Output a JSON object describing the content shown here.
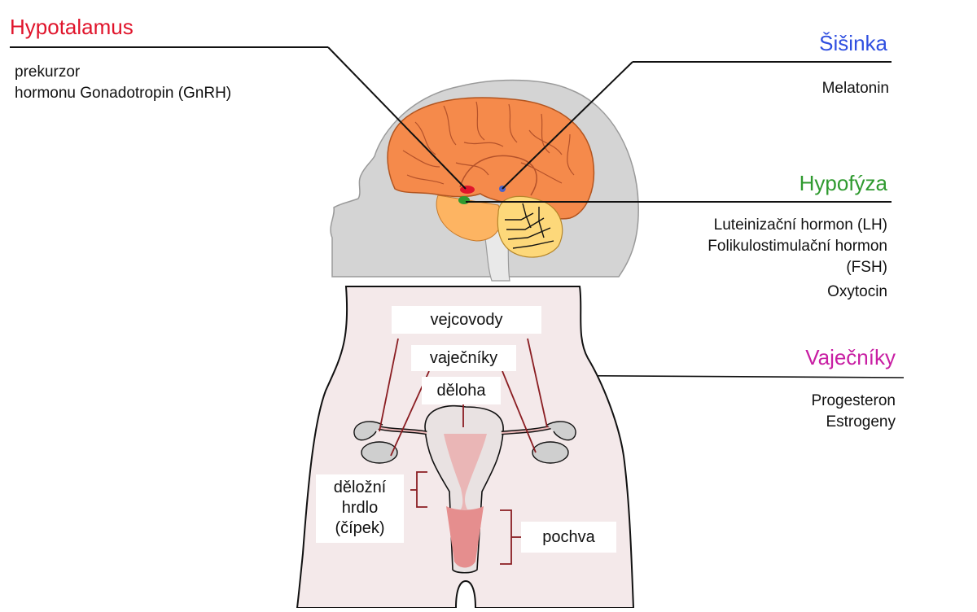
{
  "colors": {
    "hypotalamus": "#e0142b",
    "sisinka": "#2f4fe0",
    "hypofyza": "#2f9a2f",
    "vajecniky": "#c81ea3",
    "brain": "#f58a4b",
    "head": "#d4d4d4",
    "body": "#f4e9ea",
    "organ_line": "#8a1d22"
  },
  "hypotalamus": {
    "title": "Hypotalamus",
    "lines": [
      "prekurzor",
      "hormonu Gonadotropin (GnRH)"
    ]
  },
  "sisinka": {
    "title": "Šišinka",
    "lines": [
      "Melatonin"
    ]
  },
  "hypofyza": {
    "title": "Hypofýza",
    "lines": [
      "Luteinizační hormon (LH)",
      "Folikulostimulační hormon",
      "(FSH)",
      "Oxytocin"
    ]
  },
  "vajecniky_panel": {
    "title": "Vaječníky",
    "lines": [
      "Progesteron",
      "Estrogeny"
    ]
  },
  "organs": {
    "vejcovody": "vejcovody",
    "vajecniky": "vaječníky",
    "deloha": "děloha",
    "cervix": [
      "děložní",
      "hrdlo",
      "(čípek)"
    ],
    "pochva": "pochva"
  }
}
